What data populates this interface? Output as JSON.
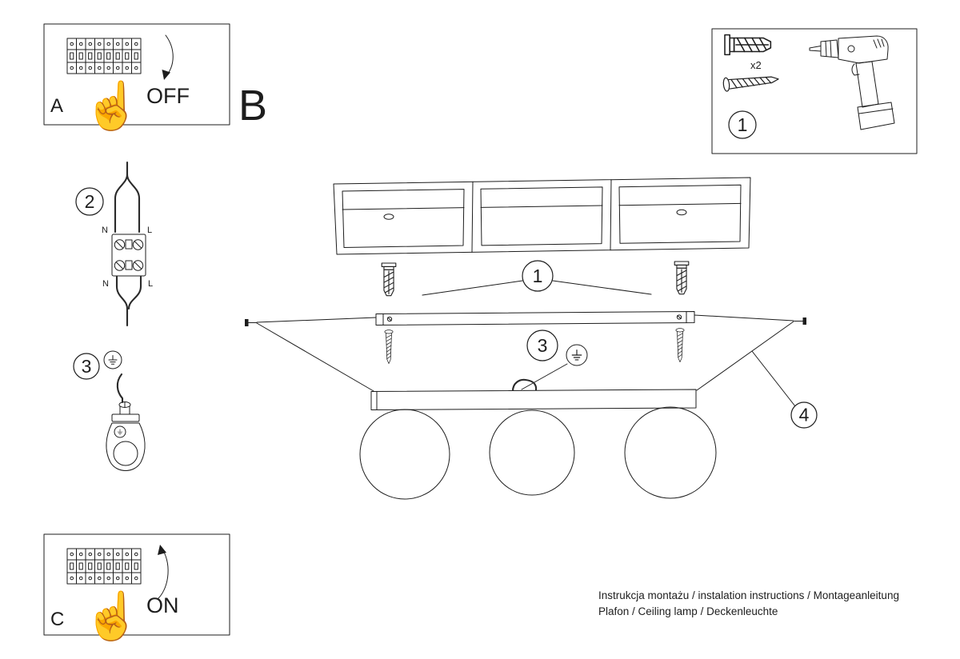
{
  "document": {
    "type": "installation-instruction-sheet",
    "background": "#ffffff",
    "line_color": "#1d1d1d"
  },
  "steps": {
    "a": {
      "label": "A",
      "action": "OFF"
    },
    "b": {
      "label": "B"
    },
    "c": {
      "label": "C",
      "action": "ON"
    }
  },
  "parts_box": {
    "callout": "1",
    "plug_count": "x2",
    "items": [
      "wall-plug",
      "screw",
      "drill"
    ]
  },
  "callouts": {
    "anchors": "1",
    "wiring": "2",
    "ground_left": "3",
    "ground_main": "3",
    "long_screws": "4"
  },
  "wiring_labels": {
    "top_n": "N",
    "top_l": "L",
    "bottom_n": "N",
    "bottom_l": "L"
  },
  "icons": {
    "hand": "☝"
  },
  "footer": {
    "line1": "Instrukcja montażu / instalation instructions / Montageanleitung",
    "line2": "Plafon / Ceiling lamp / Deckenleuchte"
  }
}
